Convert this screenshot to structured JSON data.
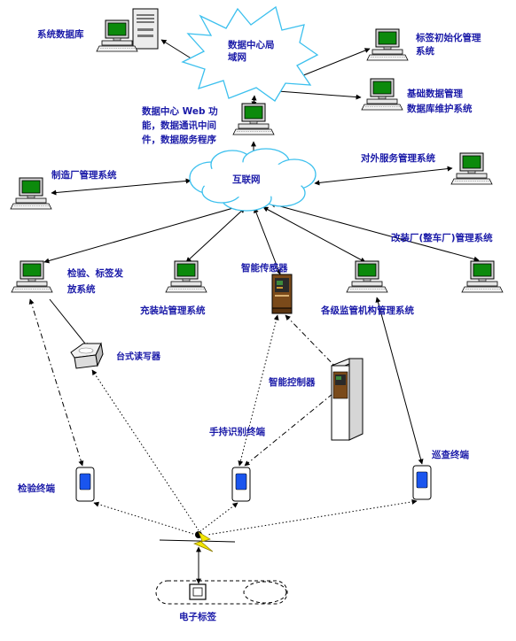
{
  "labels": {
    "system_db": "系统数据库",
    "datacenter_lan_1": "数据中心局",
    "datacenter_lan_2": "域网",
    "tag_init_mgmt_1": "标签初始化管理",
    "tag_init_mgmt_2": "系统",
    "basic_data_mgmt_1": "基础数据管理",
    "basic_data_mgmt_2": "数据库维护系统",
    "dc_web_1": "数据中心 Web 功",
    "dc_web_2": "能，数据通讯中间",
    "dc_web_3": "件，数据服务程序",
    "internet": "互联网",
    "external_service": "对外服务管理系统",
    "manufacturer_mgmt": "制造厂管理系统",
    "refit_factory_mgmt": "改装厂(整车厂)管理系统",
    "inspect_tag_1": "检验、标签发",
    "inspect_tag_2": "放系统",
    "smart_sensor": "智能传感器",
    "filling_station_mgmt": "充装站管理系统",
    "supervision_mgmt": "各级监管机构管理系统",
    "desktop_reader": "台式读写器",
    "smart_controller": "智能控制器",
    "handheld_terminal": "手持识别终端",
    "inspection_terminal": "检验终端",
    "patrol_terminal": "巡查终端",
    "electronic_tag": "电子标签"
  }
}
